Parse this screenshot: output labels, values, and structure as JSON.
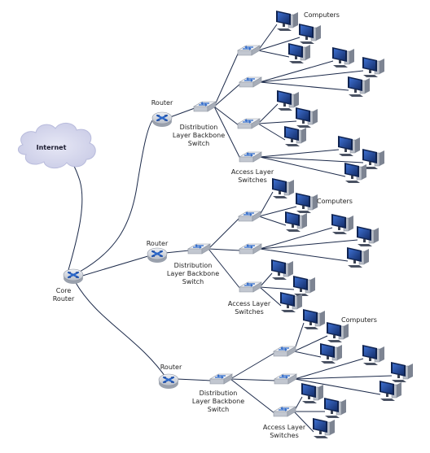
{
  "internet": {
    "label": "Internet"
  },
  "core": {
    "label_line1": "Core",
    "label_line2": "Router"
  },
  "branches": [
    {
      "router_label": "Router",
      "dist_line1": "Distribution",
      "dist_line2": "Layer Backbone",
      "dist_line3": "Switch",
      "access_line1": "Access Layer",
      "access_line2": "Switches",
      "computers_label": "Computers"
    },
    {
      "router_label": "Router",
      "dist_line1": "Distribution",
      "dist_line2": "Layer Backbone",
      "dist_line3": "Switch",
      "access_line1": "Access Layer",
      "access_line2": "Switches",
      "computers_label": "Computers"
    },
    {
      "router_label": "Router",
      "dist_line1": "Distribution",
      "dist_line2": "Layer Backbone",
      "dist_line3": "Switch",
      "access_line1": "Access Layer",
      "access_line2": "Switches",
      "computers_label": "Computers"
    }
  ],
  "colors": {
    "line": "#1c2a4a",
    "cloud": "#c9cbe6",
    "device": "#c8ccd4",
    "monitor": "#1f3f86",
    "accent": "#2a66c8"
  }
}
